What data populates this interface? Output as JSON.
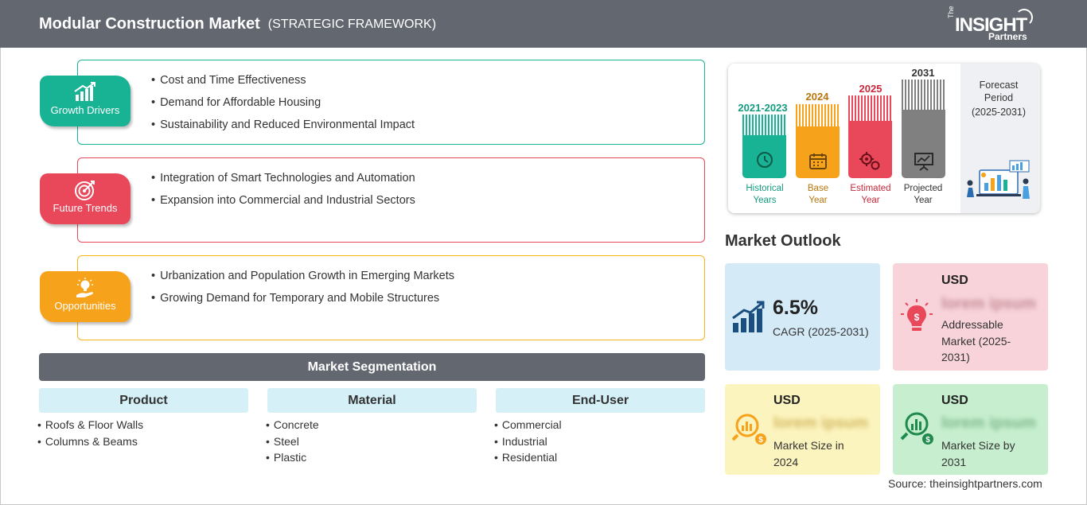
{
  "header": {
    "title": "Modular Construction Market",
    "subtitle": "(STRATEGIC FRAMEWORK)"
  },
  "logo": {
    "the": "The",
    "insight": "INSIGHT",
    "partners": "Partners"
  },
  "framework": [
    {
      "label": "Growth Drivers",
      "color": "#18b394",
      "icon": "bar-growth-icon",
      "items": [
        "Cost and Time Effectiveness",
        "Demand for Affordable Housing",
        "Sustainability and Reduced Environmental Impact"
      ]
    },
    {
      "label": "Future Trends",
      "color": "#e8485a",
      "icon": "target-icon",
      "items": [
        "Integration of Smart Technologies and Automation",
        "Expansion into Commercial and Industrial Sectors"
      ]
    },
    {
      "label": "Opportunities",
      "color": "#f6a21a",
      "icon": "lightbulb-hand-icon",
      "items": [
        "Urbanization and Population Growth in Emerging Markets",
        "Growing Demand for Temporary and Mobile Structures"
      ]
    }
  ],
  "segmentation": {
    "title": "Market Segmentation",
    "columns": [
      {
        "title": "Product",
        "items": [
          "Roofs & Floor Walls",
          "Columns & Beams"
        ]
      },
      {
        "title": "Material",
        "items": [
          "Concrete",
          "Steel",
          "Plastic"
        ]
      },
      {
        "title": "End-User",
        "items": [
          "Commercial",
          "Industrial",
          "Residential"
        ]
      }
    ]
  },
  "timeline": {
    "columns": [
      {
        "year": "2021-2023",
        "caption": [
          "Historical",
          "Years"
        ],
        "color": "#18b394",
        "year_color": "#139b7f",
        "icon": "history-icon"
      },
      {
        "year": "2024",
        "caption": [
          "Base",
          "Year"
        ],
        "color": "#f6a21a",
        "year_color": "#b8760c",
        "icon": "calendar-icon"
      },
      {
        "year": "2025",
        "caption": [
          "Estimated",
          "Year"
        ],
        "color": "#e8485a",
        "year_color": "#c8283a",
        "icon": "gears-icon"
      },
      {
        "year": "2031",
        "caption": [
          "Projected",
          "Year"
        ],
        "color": "#808080",
        "year_color": "#333333",
        "icon": "presentation-icon"
      }
    ],
    "forecast": {
      "title": "Forecast",
      "period_label": "Period",
      "range": "(2025-2031)"
    }
  },
  "outlook": {
    "title": "Market Outlook",
    "cagr": {
      "value": "6.5%",
      "label": "CAGR (2025-2031)",
      "bg": "#d5eaf7"
    },
    "addressable": {
      "currency": "USD",
      "value": "lorem ipsum",
      "label": "Addressable Market (2025-2031)",
      "bg": "#f8d3da"
    },
    "size2024": {
      "currency": "USD",
      "value": "lorem ipsum",
      "label": "Market Size in 2024",
      "bg": "#fcf4be"
    },
    "size2031": {
      "currency": "USD",
      "value": "lorem ipsum",
      "label": "Market Size by 2031",
      "bg": "#c7efcf"
    }
  },
  "source": "Source: theinsightpartners.com"
}
